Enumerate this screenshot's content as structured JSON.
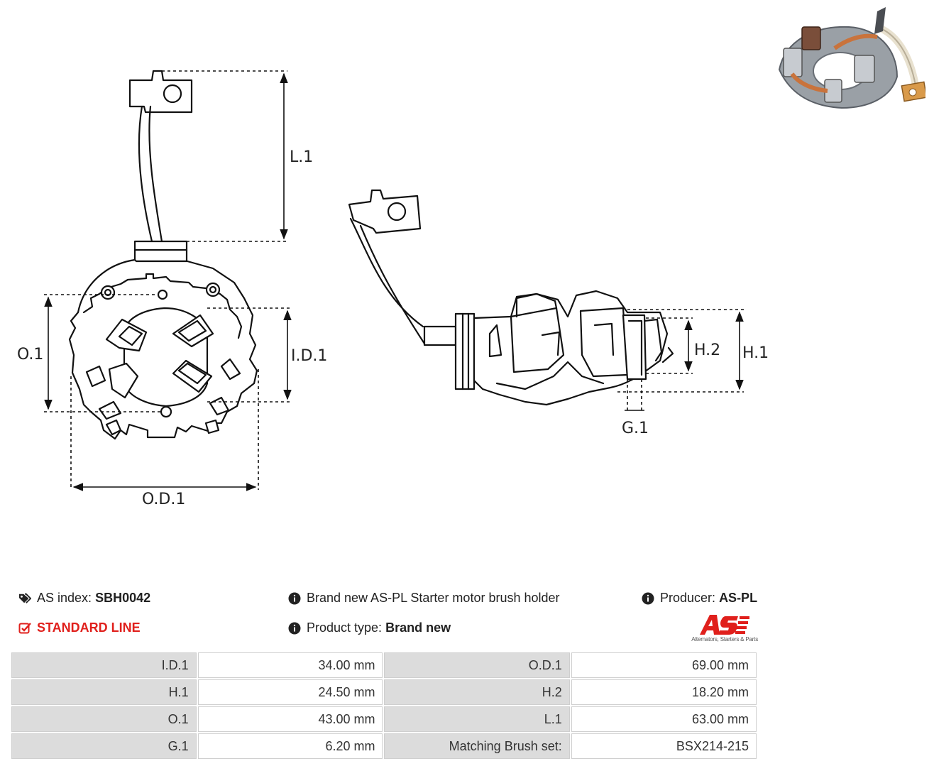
{
  "drawing": {
    "labels": {
      "l1": "L.1",
      "o1": "O.1",
      "id1": "I.D.1",
      "od1": "O.D.1",
      "h2": "H.2",
      "h1": "H.1",
      "g1": "G.1"
    }
  },
  "header": {
    "as_index_label": "AS index:",
    "as_index_value": "SBH0042",
    "standard_line": "STANDARD LINE",
    "description": "Brand new AS-PL Starter motor brush holder",
    "product_type_label": "Product type:",
    "product_type_value": "Brand new",
    "producer_label": "Producer:",
    "producer_value": "AS-PL",
    "logo_tagline": "Alternators, Starters & Parts"
  },
  "colors": {
    "accent_red": "#e0201c",
    "key_cell_bg": "#dcdcdc"
  },
  "specs": [
    {
      "k1": "I.D.1",
      "v1": "34.00 mm",
      "k2": "O.D.1",
      "v2": "69.00 mm"
    },
    {
      "k1": "H.1",
      "v1": "24.50 mm",
      "k2": "H.2",
      "v2": "18.20 mm"
    },
    {
      "k1": "O.1",
      "v1": "43.00 mm",
      "k2": "L.1",
      "v2": "63.00 mm"
    },
    {
      "k1": "G.1",
      "v1": "6.20 mm",
      "k2": "Matching Brush set:",
      "v2": "BSX214-215"
    }
  ]
}
